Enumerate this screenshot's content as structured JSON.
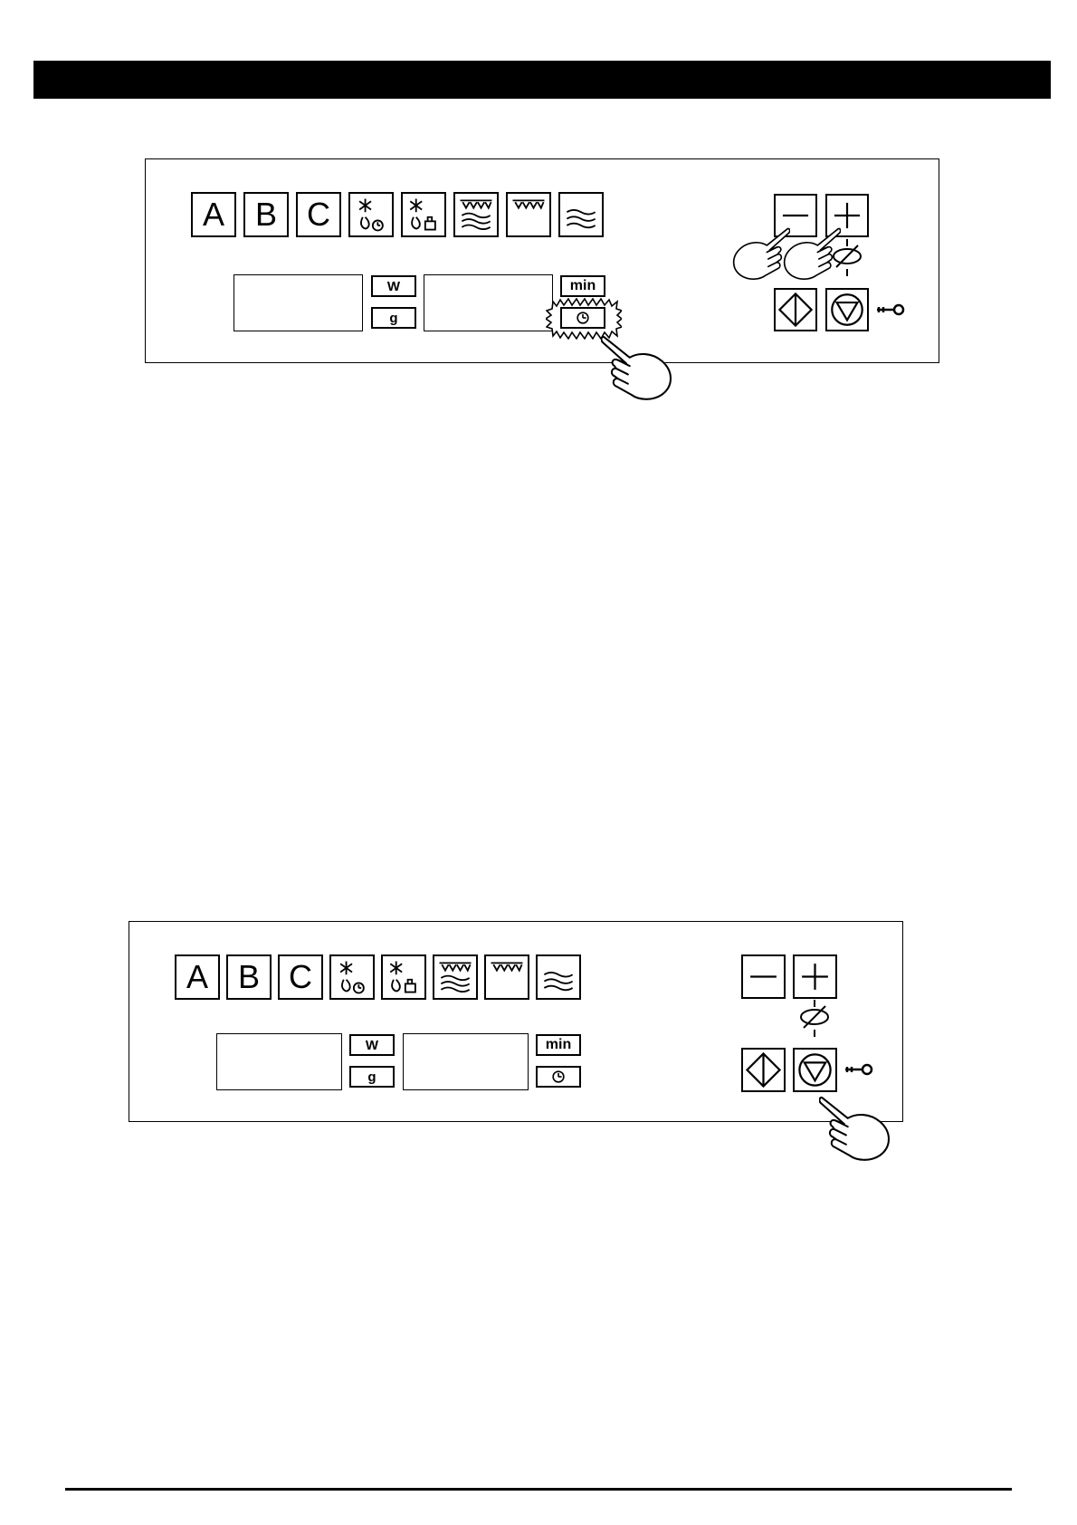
{
  "header": {
    "background": "#000000"
  },
  "panels": [
    {
      "program_keys": [
        "A",
        "B",
        "C"
      ],
      "mode_icons": [
        "defrost-time-icon",
        "defrost-weight-icon",
        "grill-microwave-icon",
        "grill-icon",
        "microwave-icon"
      ],
      "unit_labels": {
        "power": "W",
        "weight": "g",
        "minutes": "min"
      },
      "clock_icon": "clock-icon",
      "control_icons": [
        "minus-icon",
        "plus-icon",
        "clear-icon",
        "start-icon",
        "stop-icon",
        "lock-key-icon"
      ],
      "clock_key_highlighted": true,
      "pointers": [
        "hand-pressing-clock-icon",
        "hand-pressing-minus-icon",
        "hand-pressing-plus-icon"
      ]
    },
    {
      "program_keys": [
        "A",
        "B",
        "C"
      ],
      "mode_icons": [
        "defrost-time-icon",
        "defrost-weight-icon",
        "grill-microwave-icon",
        "grill-icon",
        "microwave-icon"
      ],
      "unit_labels": {
        "power": "W",
        "weight": "g",
        "minutes": "min"
      },
      "clock_icon": "clock-icon",
      "control_icons": [
        "minus-icon",
        "plus-icon",
        "clear-icon",
        "start-icon",
        "stop-icon",
        "lock-key-icon"
      ],
      "clock_key_highlighted": false,
      "pointers": [
        "hand-pressing-stop-icon"
      ]
    }
  ]
}
